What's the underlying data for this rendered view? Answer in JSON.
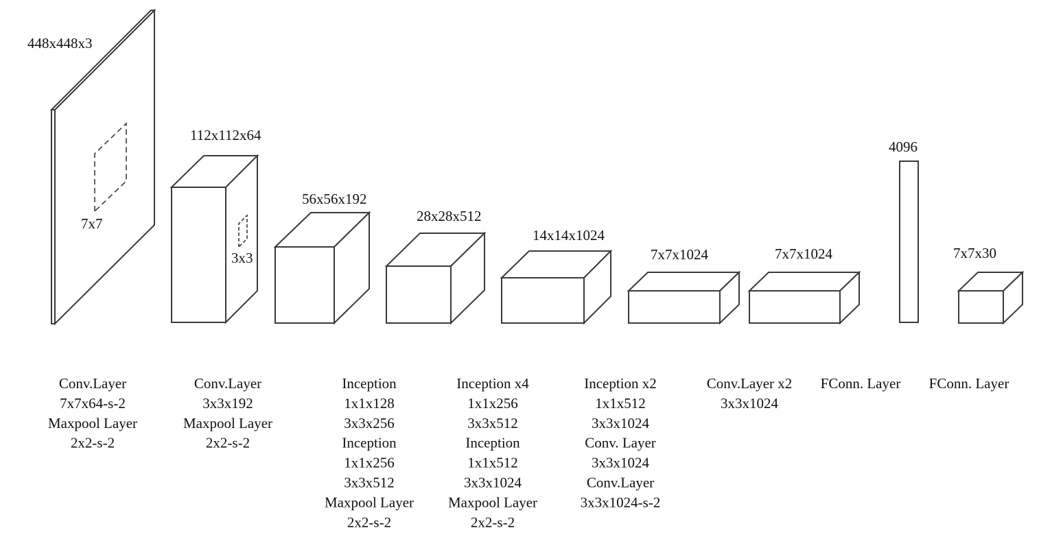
{
  "layers": [
    {
      "dims": "448x448x3",
      "kernel": "7x7",
      "desc": [
        "Conv.Layer",
        "7x7x64-s-2",
        "Maxpool Layer",
        "2x2-s-2"
      ]
    },
    {
      "dims": "112x112x64",
      "kernel": "3x3",
      "desc": [
        "Conv.Layer",
        "3x3x192",
        "Maxpool Layer",
        "2x2-s-2"
      ]
    },
    {
      "dims": "56x56x192",
      "desc": [
        "Inception",
        "1x1x128",
        "3x3x256",
        "Inception",
        "1x1x256",
        "3x3x512",
        "Maxpool Layer",
        "2x2-s-2"
      ]
    },
    {
      "dims": "28x28x512",
      "desc": [
        "Inception x4",
        "1x1x256",
        "3x3x512",
        "Inception",
        "1x1x512",
        "3x3x1024",
        "Maxpool Layer",
        "2x2-s-2"
      ]
    },
    {
      "dims": "14x14x1024",
      "desc": [
        "Inception x2",
        "1x1x512",
        "3x3x1024",
        "Conv. Layer",
        "3x3x1024",
        "Conv.Layer",
        "3x3x1024-s-2"
      ]
    },
    {
      "dims": "7x7x1024",
      "desc": [
        "Conv.Layer x2",
        "3x3x1024"
      ]
    },
    {
      "dims": "7x7x1024",
      "desc": [
        "FConn. Layer"
      ]
    },
    {
      "dims": "4096",
      "desc": []
    },
    {
      "dims": "7x7x30",
      "desc": [
        "FConn. Layer"
      ]
    }
  ],
  "colors": {
    "stroke": "#3a3a3a",
    "text": "#111111",
    "background": "#ffffff"
  }
}
